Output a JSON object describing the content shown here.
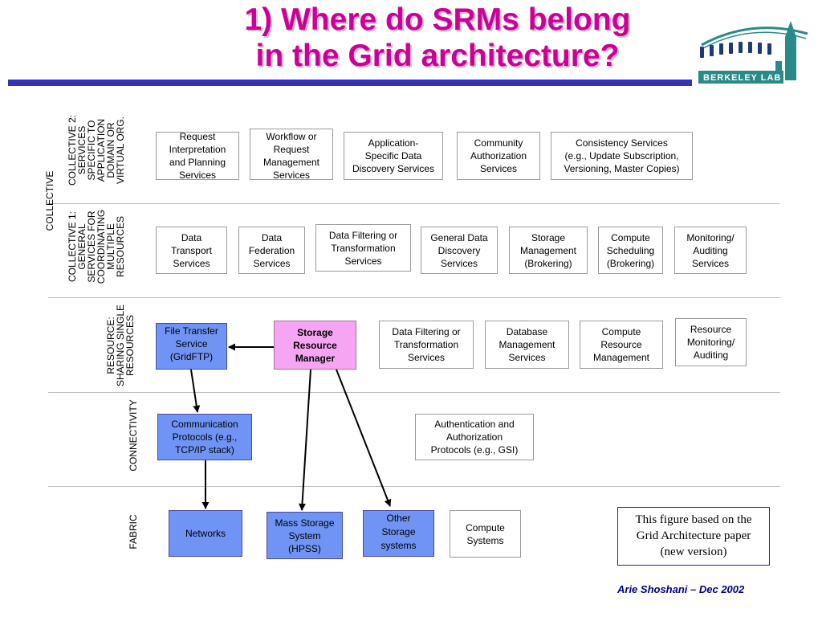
{
  "slide": {
    "title_line1": "1) Where do SRMs belong",
    "title_line2": "in the Grid architecture?",
    "logo_text": "BERKELEY LAB",
    "title_color": "#cc0099",
    "rule_color": "#3333bb",
    "note": "This figure based on the\nGrid Architecture paper\n(new version)",
    "author": "Arie Shoshani – Dec 2002"
  },
  "colors": {
    "blue_box": "#6f94f5",
    "pink_box": "#f6a5f2"
  },
  "layers": {
    "collective": "COLLECTIVE",
    "collective2": "COLLECTIVE 2:\nSERVICES\nSPECIFIC TO\nAPPLICATION\nDOMAIN OR\nVIRTUAL ORG.",
    "collective1": "COLLECTIVE 1:\nGENERAL\nSERVICES FOR\nCOORDINATING\nMULTIPLE\nRESOURCES",
    "resource": "RESOURCE:\nSHARING SINGLE\nRESOURCES",
    "connectivity": "CONNECTIVITY",
    "fabric": "FABRIC"
  },
  "boxes": {
    "request_interp": "Request\nInterpretation\nand Planning\nServices",
    "workflow": "Workflow or\nRequest\nManagement\nServices",
    "app_discovery": "Application-\nSpecific Data\nDiscovery Services",
    "community_auth": "Community\nAuthorization\nServices",
    "consistency": "Consistency Services\n(e.g., Update Subscription,\nVersioning, Master Copies)",
    "data_transport": "Data\nTransport\nServices",
    "data_federation": "Data\nFederation\nServices",
    "filtering_c1": "Data Filtering or\nTransformation\nServices",
    "general_discovery": "General Data\nDiscovery\nServices",
    "storage_mgmt": "Storage\nManagement\n(Brokering)",
    "compute_sched": "Compute\nScheduling\n(Brokering)",
    "monitoring_c1": "Monitoring/\nAuditing\nServices",
    "file_transfer": "File Transfer\nService\n(GridFTP)",
    "srm": "Storage\nResource\nManager",
    "filtering_res": "Data Filtering or\nTransformation\nServices",
    "database_mgmt": "Database\nManagement\nServices",
    "compute_res": "Compute\nResource\nManagement",
    "res_monitoring": "Resource\nMonitoring/\nAuditing",
    "comm_protocols": "Communication\nProtocols (e.g.,\nTCP/IP stack)",
    "auth_protocols": "Authentication and\nAuthorization\nProtocols (e.g., GSI)",
    "networks": "Networks",
    "mass_storage": "Mass Storage\nSystem\n(HPSS)",
    "other_storage": "Other\nStorage\nsystems",
    "compute_systems": "Compute\nSystems"
  }
}
